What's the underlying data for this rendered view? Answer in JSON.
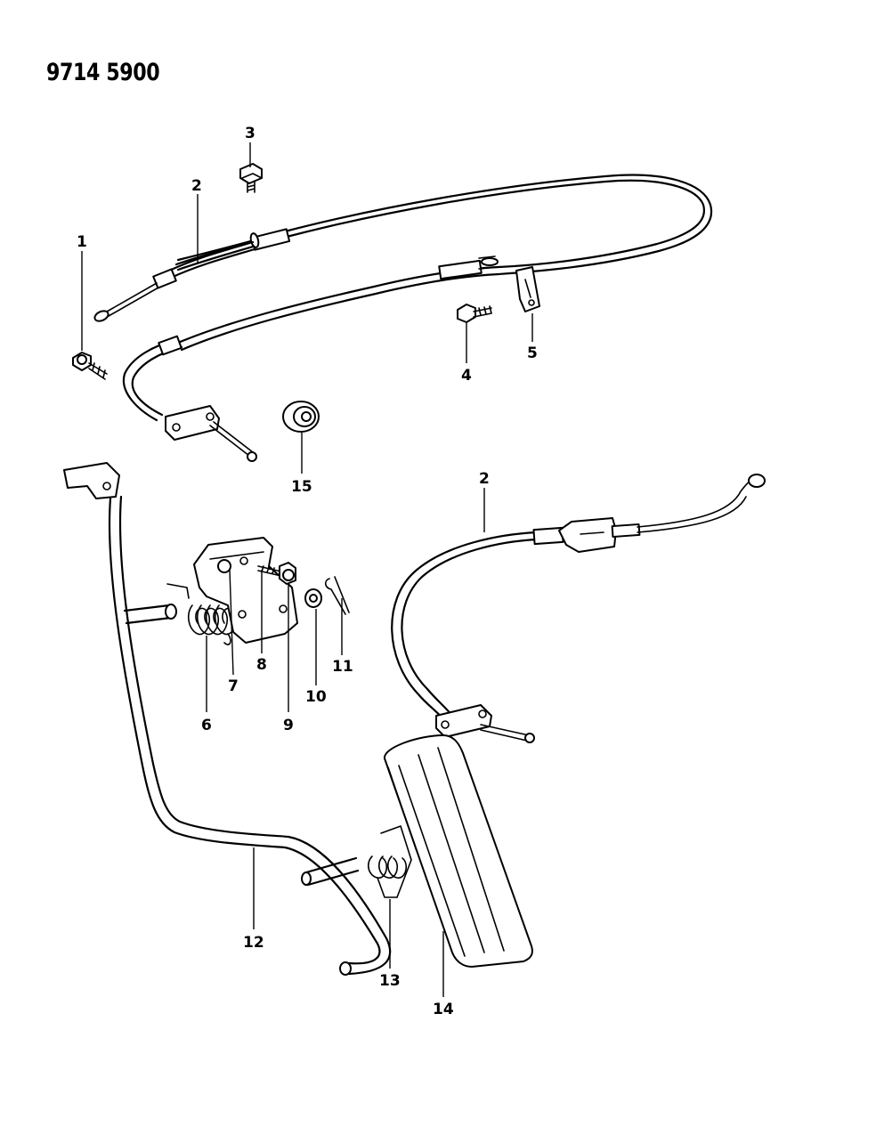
{
  "header": {
    "diagram_number": "9714 5900"
  },
  "callouts": [
    {
      "id": "c1",
      "label": "1"
    },
    {
      "id": "c2a",
      "label": "2"
    },
    {
      "id": "c2b",
      "label": "2"
    },
    {
      "id": "c3",
      "label": "3"
    },
    {
      "id": "c4",
      "label": "4"
    },
    {
      "id": "c5",
      "label": "5"
    },
    {
      "id": "c6",
      "label": "6"
    },
    {
      "id": "c7",
      "label": "7"
    },
    {
      "id": "c8",
      "label": "8"
    },
    {
      "id": "c9",
      "label": "9"
    },
    {
      "id": "c10",
      "label": "10"
    },
    {
      "id": "c11",
      "label": "11"
    },
    {
      "id": "c12",
      "label": "12"
    },
    {
      "id": "c13",
      "label": "13"
    },
    {
      "id": "c14",
      "label": "14"
    },
    {
      "id": "c15",
      "label": "15"
    }
  ]
}
